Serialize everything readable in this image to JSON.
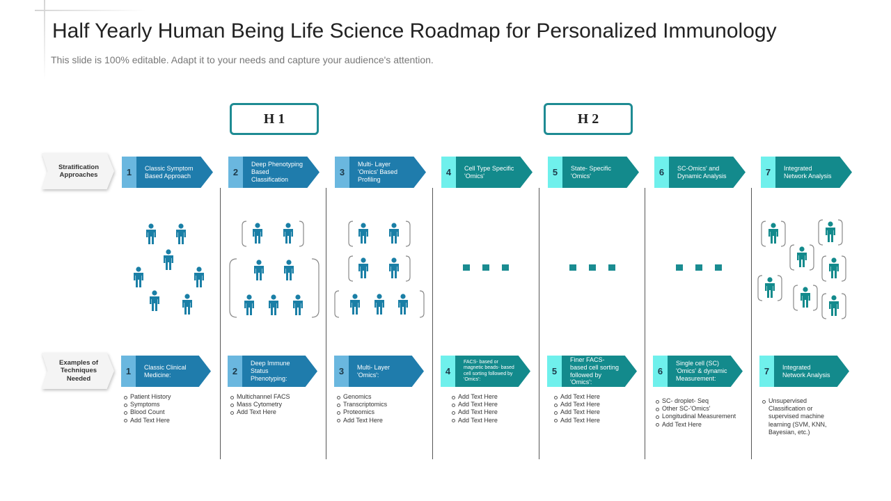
{
  "header": {
    "title": "Half Yearly Human Being Life Science Roadmap for Personalized Immunology",
    "subtitle": "This slide is 100% editable. Adapt it to your needs and capture your audience's attention."
  },
  "phases": [
    "H 1",
    "H 2"
  ],
  "row_labels": {
    "approaches": "Stratification Approaches",
    "techniques": "Examples of Techniques Needed"
  },
  "approaches": [
    {
      "num": "1",
      "label": "Classic Symptom Based Approach"
    },
    {
      "num": "2",
      "label": "Deep Phenotyping Based Classification"
    },
    {
      "num": "3",
      "label": "Multi- Layer 'Omics' Based Profiling"
    },
    {
      "num": "4",
      "label": "Cell Type Specific 'Omics'"
    },
    {
      "num": "5",
      "label": "State- Specific 'Omics'"
    },
    {
      "num": "6",
      "label": "SC-Omics' and Dynamic Analysis"
    },
    {
      "num": "7",
      "label": "Integrated Network Analysis"
    }
  ],
  "techniques": [
    {
      "num": "1",
      "label": "Classic Clinical Medicine:",
      "items": [
        "Patient History",
        "Symptoms",
        "Blood Count",
        "Add Text Here"
      ]
    },
    {
      "num": "2",
      "label": "Deep Immune Status Phenotyping:",
      "items": [
        "Multichannel FACS",
        "Mass Cytometry",
        "Add Text Here"
      ]
    },
    {
      "num": "3",
      "label": "Multi- Layer 'Omics':",
      "items": [
        "Genomics",
        "Transcriptomics",
        "Proteomics",
        "Add Text Here"
      ]
    },
    {
      "num": "4",
      "label": "FACS- based or magnetic beads- based cell sorting followed by 'Omics':",
      "items": [
        "Add Text Here",
        "Add Text Here",
        "Add Text Here",
        "Add Text Here"
      ]
    },
    {
      "num": "5",
      "label": "Finer FACS- based cell sorting followed by 'Omics':",
      "items": [
        "Add Text Here",
        "Add Text Here",
        "Add Text Here",
        "Add Text Here"
      ]
    },
    {
      "num": "6",
      "label": "Single cell (SC) 'Omics' & dynamic Measurement:",
      "items": [
        "SC- droplet- Seq",
        "Other SC-'Omics'",
        "Longitudinal Measurement",
        "Add Text Here"
      ]
    },
    {
      "num": "7",
      "label": "Integrated Network Analysis",
      "items": [
        "Unsupervised Classification or supervised machine learning (SVM, KNN, Bayesian, etc.)"
      ]
    }
  ],
  "colors": {
    "blue": "#1f7cac",
    "light_blue": "#6ab7df",
    "teal": "#138a8c",
    "light_teal": "#6ff0ec"
  },
  "icons": [
    "person-icon",
    "bracket-group"
  ]
}
